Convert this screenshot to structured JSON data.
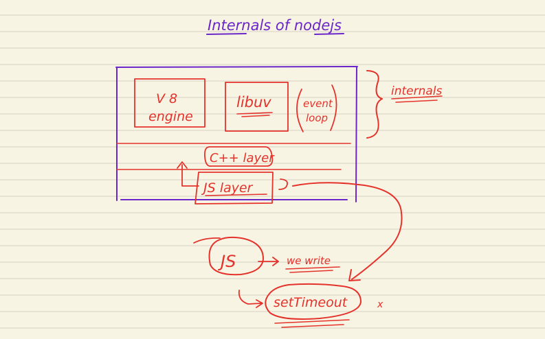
{
  "title": "Internals of nodejs",
  "boxes": {
    "v8": {
      "line1": "V 8",
      "line2": "engine"
    },
    "libuv": "libuv",
    "event_loop": {
      "line1": "event",
      "line2": "loop"
    }
  },
  "side_label": "internals",
  "cpp_layer": "C++ layer",
  "js_layer": "JS layer",
  "js": "JS",
  "we_write": "we write",
  "set_timeout": "setTimeout",
  "x_mark": "x",
  "colors": {
    "paper": "#f8f4e4",
    "rule_line": "#d6d1c2",
    "purple_ink": "#6a26c9",
    "red_ink": "#e4322b"
  }
}
